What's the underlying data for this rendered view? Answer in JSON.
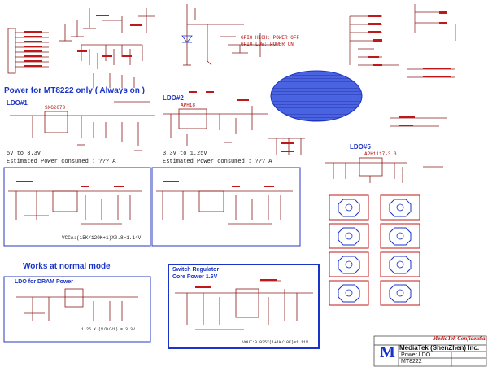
{
  "sections": {
    "always_on_title": "Power for MT8222 only ( Always on )",
    "normal_mode_title": "Works at  normal mode",
    "ldo1": "LDO#1",
    "ldo2": "LDO#2",
    "ldo5": "LDO#5",
    "dram_box_title": "LDO for DRAM Power",
    "switch_title_1": "Switch Regulator",
    "switch_title_2": "Core Power 1.6V"
  },
  "notes": {
    "ldo1_conv": "5V to 3.3V",
    "ldo1_power": "Estimated Power consumed : ??? A",
    "ldo2_conv": "3.3V to 1.25V",
    "ldo2_power": "Estimated Power consumed : ??? A",
    "vcca_formula": "VCCA:(15K/120K+1)X0.8=1.14V",
    "dram_formula": "1.25 X (V/D/V1) = 3.3V",
    "vout_formula": "VOUT:0.925X(1+1K/10K)=1.11V"
  },
  "top_labels": {
    "power_off": "GPIO HIGH: POWER OFF",
    "power_on": "GPIO LOW: POWER ON"
  },
  "chips": {
    "u_ldo1": "SXG2070",
    "u_ldo2": "APH18",
    "u_ldo5": "APH1117-3.3"
  },
  "title_block": {
    "confidential": "MediaTek Confidential",
    "company": "MediaTek (ShenZhen) Inc.",
    "sheet_title": "Power LDO",
    "doc_no": "MT8222",
    "logo": "M"
  },
  "colors": {
    "wire": "#8a1a1a",
    "blue": "#1a33c8",
    "component": "#7a1a1a",
    "dashed_box": "#2a3ac0"
  }
}
